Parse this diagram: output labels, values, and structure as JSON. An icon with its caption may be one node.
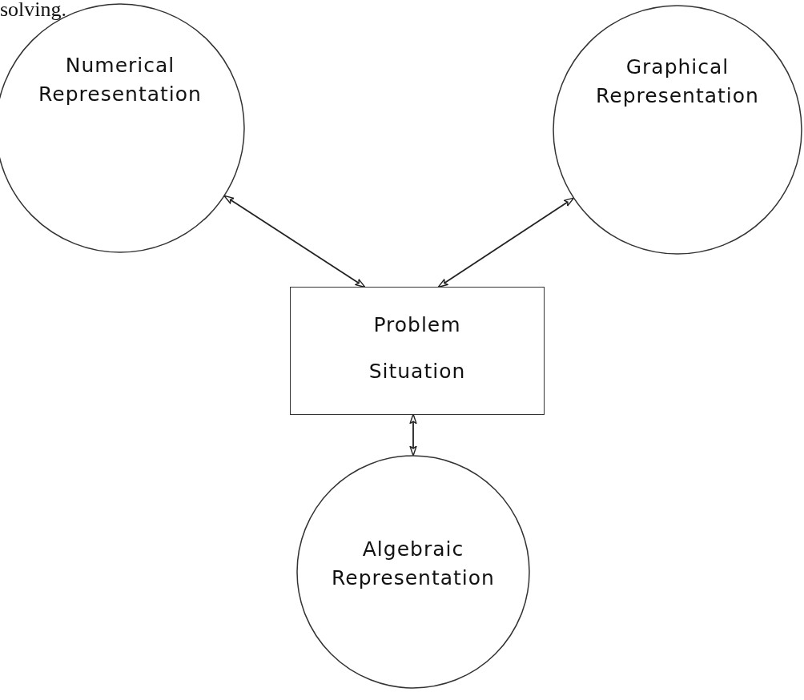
{
  "diagram": {
    "nodes": [
      {
        "text": [
          "Numerical Representation"
        ]
      },
      {
        "text": [
          "Graphical Representation"
        ]
      },
      {
        "text": [
          "Problem Situation"
        ]
      },
      {
        "text": [
          "Algebraic Representation"
        ]
      }
    ],
    "edges": [
      {
        "from": 0,
        "to": 2,
        "arrow": "both"
      },
      {
        "from": 1,
        "to": 2,
        "arrow": "both"
      },
      {
        "from": 2,
        "to": 3,
        "arrow": "both"
      }
    ],
    "labels": [
      "solving."
    ]
  }
}
